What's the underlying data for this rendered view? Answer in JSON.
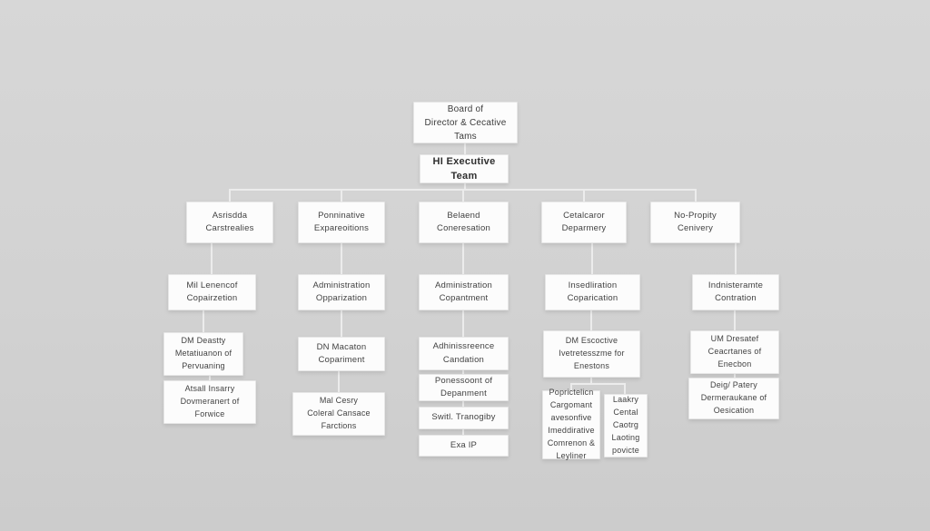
{
  "diagram": {
    "type": "org-chart",
    "colors": {
      "background": "#d2d2d2",
      "box": "#fcfcfc",
      "line": "#ececec",
      "text": "#424242"
    },
    "board": "Board of\nDirector & Cecative Tams",
    "executive": "HI Executive Team",
    "row3": [
      "Asrisdda\nCarstrealies",
      "Ponninative\nExpareoitions",
      "Belaend\nConeresation",
      "Cetalcaror\nDeparmery",
      "No-Propity\nCenivery"
    ],
    "row4": [
      "Mil Lenencof\nCopairzetion",
      "Administration\nOpparization",
      "Administration\nCopantment",
      "Insedliration\nCoparication",
      "Indnisteramte\nContration"
    ],
    "row5": [
      "DM Deastty\nMetatiuanon of\nPervuaning",
      "DN Macaton\nCopariment",
      "Adhinissreence\nCandation",
      "DM Escoctive\nIvetretesszme for\nEnestons",
      "UM Dresatef\nCeacrtanes of\nEnecbon"
    ],
    "row6": [
      "Atsall Insarry\nDovmeranert of\nForwice",
      "Mal Cesry\nColeral Cansace\nFarctions",
      "Ponessoont of\nDepanment",
      "Poprictelicn\nCargomant\navesonfive\nImeddirative\nComrenon &\nLeyliner",
      "Laakry\nCental\nCaotrg\nLaoting\npovicte",
      "Deig/ Patery\nDermeraukane of\nOesication"
    ],
    "row7": [
      "Switl. Tranogiby",
      "Exa IP"
    ]
  }
}
